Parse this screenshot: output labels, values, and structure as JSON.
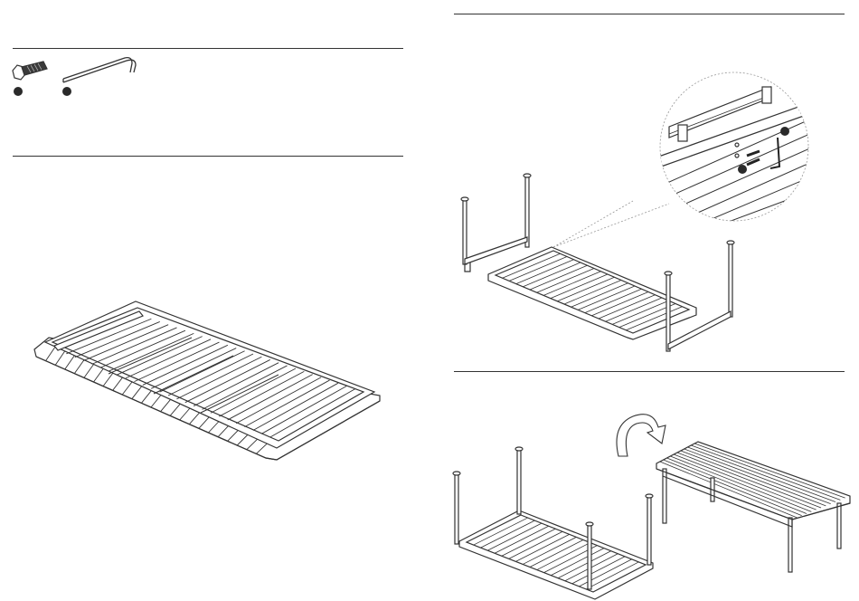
{
  "document": {
    "type": "assembly-instructions",
    "colors": {
      "line": "#333333",
      "fill": "#ffffff",
      "part_mark": "#2a2a2a"
    }
  },
  "parts_panel": {
    "parts": [
      {
        "name": "bolt",
        "icon": "hex-bolt-icon",
        "marker": "filled-dot"
      },
      {
        "name": "hex-key",
        "icon": "allen-key-icon",
        "marker": "filled-dot"
      }
    ]
  },
  "steps": [
    {
      "panel": "tabletop-upside-down"
    },
    {
      "panel": "attach-legs",
      "detail": "bolt-and-hex-key-callout"
    },
    {
      "panel": "flip-table",
      "icon": "rotate-arrow-icon"
    }
  ]
}
